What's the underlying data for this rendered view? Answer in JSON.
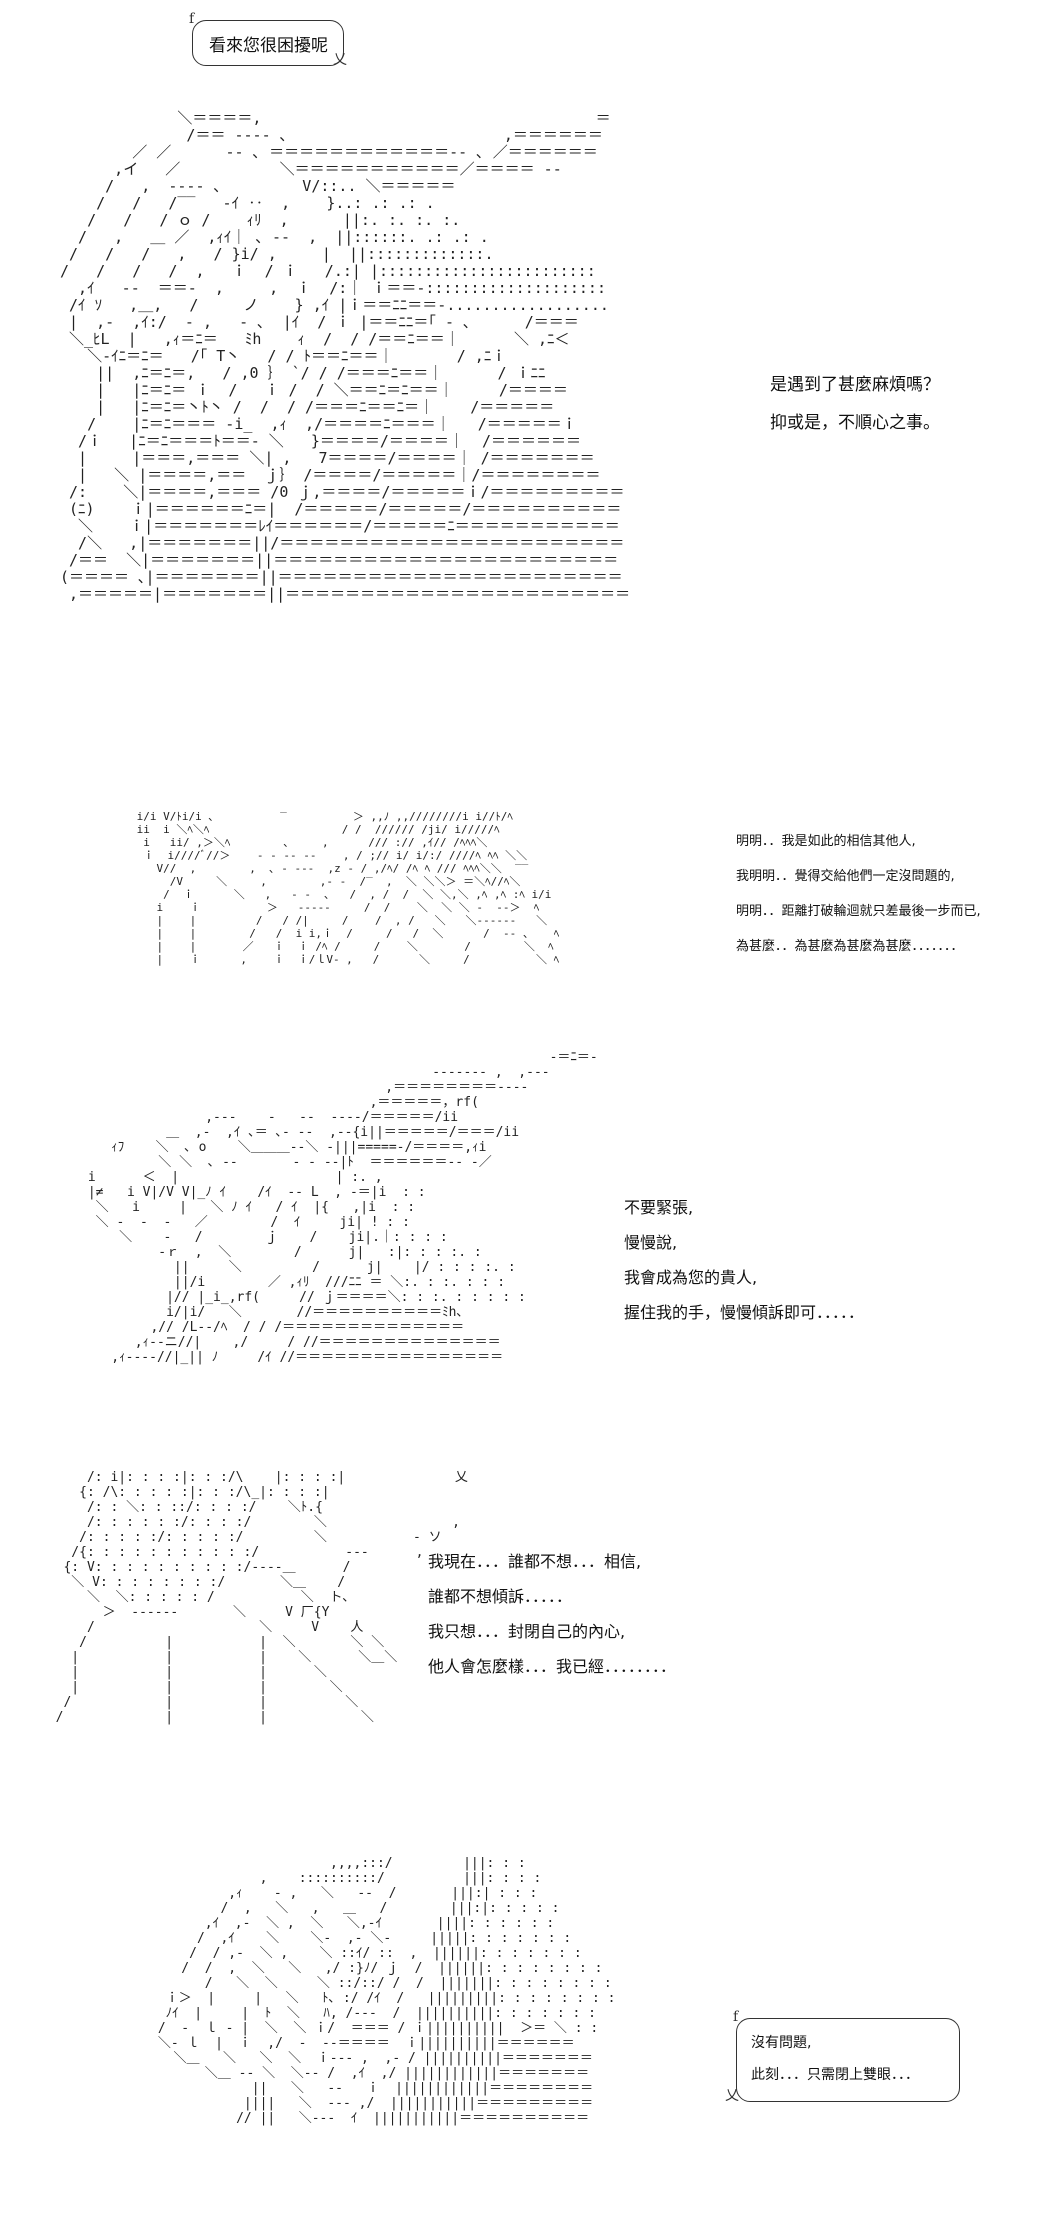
{
  "panels": [
    {
      "bubble": {
        "text": "看來您很困擾呢",
        "mark": "f",
        "tail": "乂"
      },
      "dialogue": [
        "是遇到了甚麼麻煩嗎？",
        "抑或是，不順心之事。"
      ]
    },
    {
      "dialogue": [
        "明明．．我是如此的相信其他人,",
        "我明明．．覺得交給他們一定沒問題的,",
        "明明．．距離打破輪迴就只差最後一步而已,",
        "為甚麼．．為甚麼為甚麼為甚麼．．．．．．．"
      ]
    },
    {
      "dialogue": [
        "不要緊張,",
        "慢慢說,",
        "我會成為您的貴人,",
        "握住我的手，慢慢傾訴即可．．．．．"
      ]
    },
    {
      "dialogue": [
        "我現在．．．誰都不想．．．相信,",
        "誰都不想傾訴．．．．．",
        "我只想．．．封閉自己的內心,",
        "他人會怎麼樣．．．我已經．．．．．．．．"
      ]
    },
    {
      "bubble": {
        "lines": [
          "沒有問題,",
          "此刻．．．只需閉上雙眼．．．"
        ],
        "mark": "f",
        "tail": "乂"
      }
    }
  ]
}
